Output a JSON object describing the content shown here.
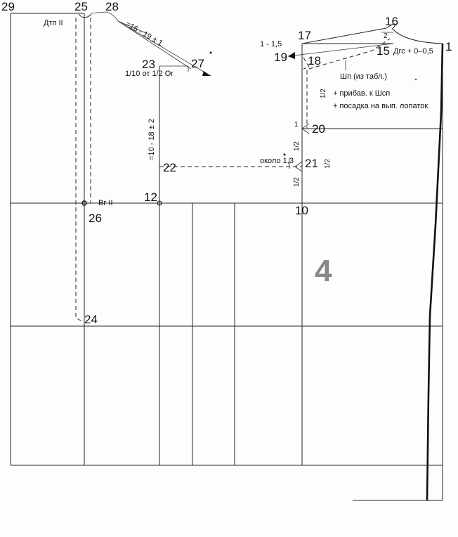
{
  "points": {
    "p29": "29",
    "p25": "25",
    "p28": "28",
    "p16": "16",
    "p17": "17",
    "p1": "1",
    "p23": "23",
    "p27": "27",
    "p19": "19",
    "p18": "18",
    "p15": "15",
    "p20": "20",
    "p21": "21",
    "p22": "22",
    "p12": "12",
    "p10": "10",
    "p26": "26",
    "p24": "24",
    "p2": "2",
    "p1b": "1"
  },
  "labels": {
    "dtp": "Дтп II",
    "vg": "Вг II",
    "len_16_19": "=16 - 19 ± 1",
    "frac_23": "1/10 от 1/2 Ог",
    "len_10_18": "=10 - 18 ± 2",
    "range_1_15": "1 - 1,5",
    "dgs": "Дгс + 0–0,5",
    "shp1": "Шп (из табл.)",
    "shp2": "+ прибав. к Шсп",
    "shp3": "+ посадка на вып. лопаток",
    "half_a": "1/2",
    "half_b": "1/2",
    "half_c": "1/2",
    "half_d": "1/2",
    "about": "около 1,3",
    "big_number": "4"
  }
}
